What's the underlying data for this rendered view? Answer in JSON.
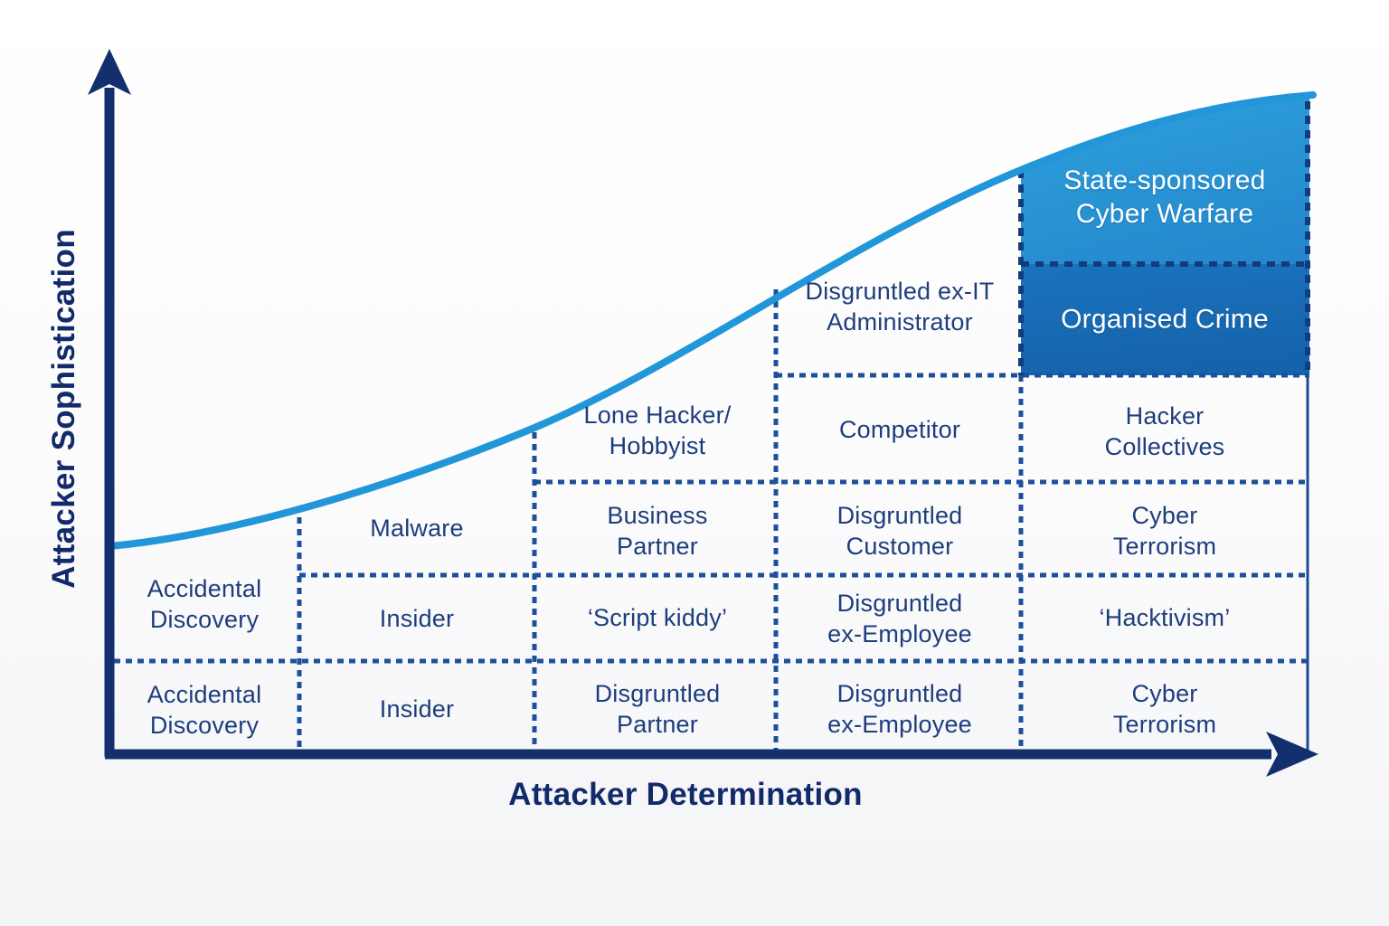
{
  "diagram": {
    "y_axis_label": "Attacker Sophistication",
    "x_axis_label": "Attacker Determination",
    "cells": [
      {
        "name": "accidental-discovery-upper",
        "label": "Accidental\nDiscovery"
      },
      {
        "name": "accidental-discovery-lower",
        "label": "Accidental\nDiscovery"
      },
      {
        "name": "malware",
        "label": "Malware"
      },
      {
        "name": "insider-middle",
        "label": "Insider"
      },
      {
        "name": "insider-lower",
        "label": "Insider"
      },
      {
        "name": "lone-hacker-hobbyist",
        "label": "Lone Hacker/\nHobbyist"
      },
      {
        "name": "business-partner",
        "label": "Business\nPartner"
      },
      {
        "name": "script-kiddy",
        "label": "‘Script kiddy’"
      },
      {
        "name": "disgruntled-partner",
        "label": "Disgruntled\nPartner"
      },
      {
        "name": "disgruntled-ex-it-administrator",
        "label": "Disgruntled ex-IT\nAdministrator"
      },
      {
        "name": "competitor",
        "label": "Competitor"
      },
      {
        "name": "disgruntled-customer",
        "label": "Disgruntled\nCustomer"
      },
      {
        "name": "disgruntled-ex-employee-middle",
        "label": "Disgruntled\nex-Employee"
      },
      {
        "name": "disgruntled-ex-employee-lower",
        "label": "Disgruntled\nex-Employee"
      },
      {
        "name": "state-sponsored-cyber-warfare",
        "label": "State-sponsored\nCyber Warfare"
      },
      {
        "name": "organised-crime",
        "label": "Organised Crime"
      },
      {
        "name": "hacker-collectives",
        "label": "Hacker\nCollectives"
      },
      {
        "name": "cyber-terrorism-upper",
        "label": "Cyber\nTerrorism"
      },
      {
        "name": "hacktivism",
        "label": "‘Hacktivism’"
      },
      {
        "name": "cyber-terrorism-lower",
        "label": "Cyber\nTerrorism"
      }
    ],
    "colors": {
      "axis_navy": "#132f6d",
      "axis_text": "#122a6b",
      "cell_text": "#1d3d7d",
      "grid_dash_blue": "#1d4f9b",
      "grid_dash_dark": "#123c7d",
      "curve_blue": "#2196d9",
      "state_sponsored_top": "#2fa0dd",
      "state_sponsored_bottom": "#1f81c6",
      "organised_crime_top": "#1b73bd",
      "organised_crime_bottom": "#1563ac",
      "blue_box_text": "#ffffff"
    }
  }
}
